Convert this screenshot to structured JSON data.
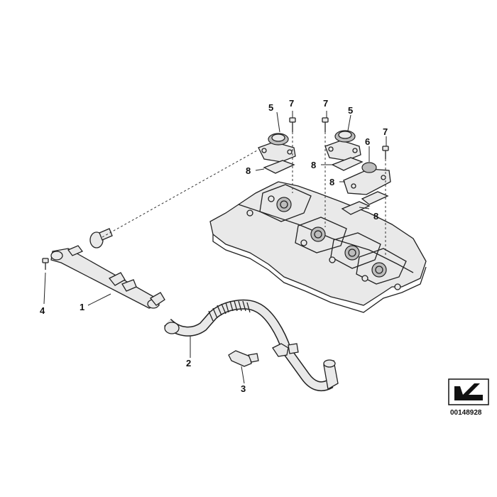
{
  "callouts": {
    "c1": "1",
    "c2": "2",
    "c3": "3",
    "c4": "4",
    "c5a": "5",
    "c5b": "5",
    "c6": "6",
    "c7a": "7",
    "c7b": "7",
    "c7c": "7",
    "c8a": "8",
    "c8b": "8",
    "c8c": "8",
    "c8d": "8"
  },
  "reference": {
    "code": "00148928",
    "icon": "arrow-direction-icon"
  },
  "parts": {
    "cover": "valve-cover-icon",
    "pipe": "breather-pipe-icon",
    "hose": "corrugated-hose-icon",
    "clamp": "hose-clamp-icon",
    "screw": "screw-icon",
    "plug": "rubber-plug-icon",
    "adapter": "intake-adapter-icon",
    "gasket": "gasket-icon"
  },
  "colors": {
    "line": "#222222",
    "fill": "#e9e9e9",
    "shade": "#bdbdbd"
  }
}
